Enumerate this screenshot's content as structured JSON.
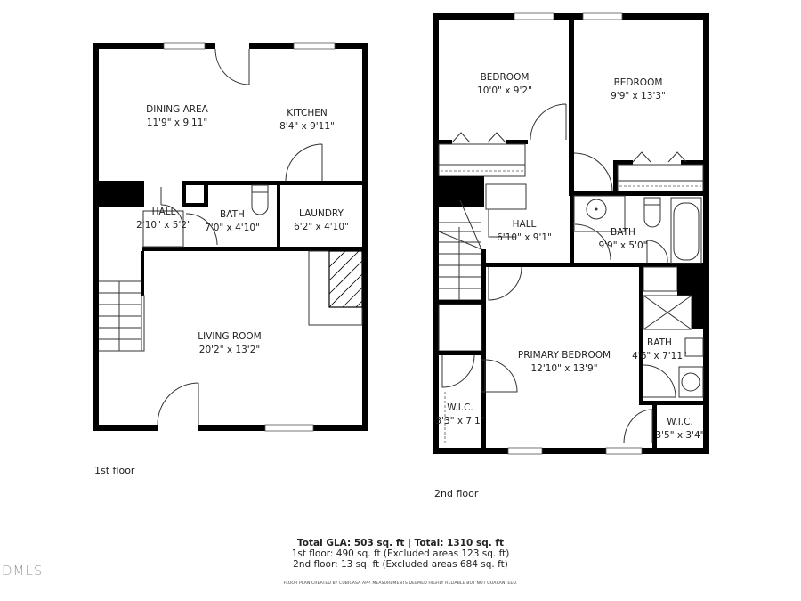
{
  "floors": [
    {
      "label": "1st floor",
      "rooms": [
        {
          "name": "DINING AREA",
          "dims": "11'9\" x 9'11\""
        },
        {
          "name": "KITCHEN",
          "dims": "8'4\" x 9'11\""
        },
        {
          "name": "HALL",
          "dims": "2'10\" x 5'2\""
        },
        {
          "name": "BATH",
          "dims": "7'0\" x 4'10\""
        },
        {
          "name": "LAUNDRY",
          "dims": "6'2\" x 4'10\""
        },
        {
          "name": "LIVING ROOM",
          "dims": "20'2\" x 13'2\""
        }
      ]
    },
    {
      "label": "2nd floor",
      "rooms": [
        {
          "name": "BEDROOM",
          "dims": "10'0\" x 9'2\""
        },
        {
          "name": "BEDROOM",
          "dims": "9'9\" x 13'3\""
        },
        {
          "name": "HALL",
          "dims": "6'10\" x 9'1\""
        },
        {
          "name": "BATH",
          "dims": "9'9\" x 5'0\""
        },
        {
          "name": "PRIMARY BEDROOM",
          "dims": "12'10\" x 13'9\""
        },
        {
          "name": "BATH",
          "dims": "4'6\" x 7'11\""
        },
        {
          "name": "W.I.C.",
          "dims": "3'3\" x 7'1\""
        },
        {
          "name": "W.I.C.",
          "dims": "3'5\" x 3'4\""
        }
      ]
    }
  ],
  "summary": {
    "total": "Total GLA: 503 sq. ft | Total: 1310 sq. ft",
    "floor1": "1st floor: 490 sq. ft (Excluded areas 123 sq. ft)",
    "floor2": "2nd floor: 13 sq. ft (Excluded areas 684 sq. ft)",
    "disclaimer": "FLOOR PLAN CREATED BY CUBICASA APP. MEASUREMENTS DEEMED HIGHLY RELIABLE BUT NOT GUARANTEED."
  },
  "watermark": "DMLS"
}
